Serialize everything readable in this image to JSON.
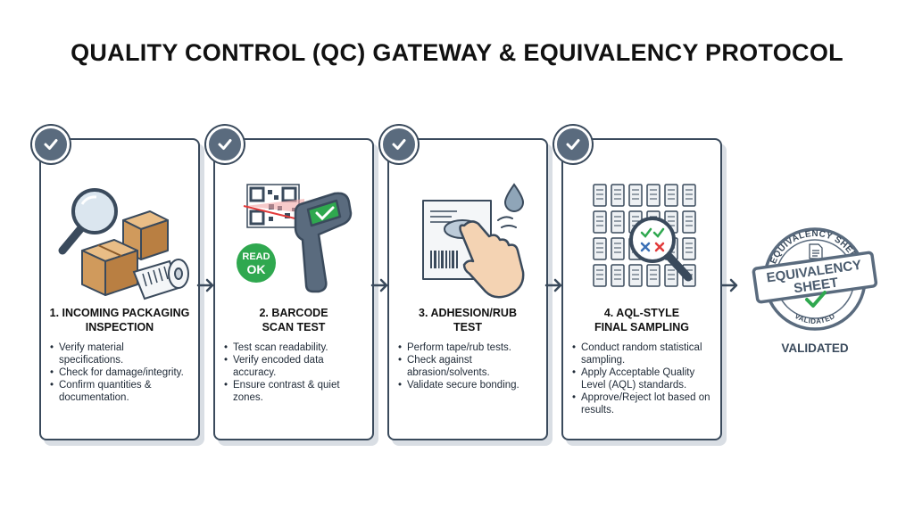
{
  "title": "QUALITY CONTROL (QC) GATEWAY & EQUIVALENCY PROTOCOL",
  "colors": {
    "accent": "#3a4a5c",
    "check": "#5a6b7e",
    "ok_green": "#2fa84f",
    "cardboard": "#d9a66b"
  },
  "steps": [
    {
      "title_line1": "1. INCOMING PACKAGING",
      "title_line2": "INSPECTION",
      "icon": "magnifier-boxes-icon",
      "bullets": [
        "Verify material specifications.",
        "Check for damage/integrity.",
        "Confirm quantities & documentation."
      ]
    },
    {
      "title_line1": "2. BARCODE",
      "title_line2": "SCAN TEST",
      "icon": "barcode-scanner-icon",
      "badge_line1": "READ",
      "badge_line2": "OK",
      "bullets": [
        "Test scan readability.",
        "Verify encoded data accuracy.",
        "Ensure contrast & quiet zones."
      ]
    },
    {
      "title_line1": "3. ADHESION/RUB",
      "title_line2": "TEST",
      "icon": "finger-rub-label-icon",
      "bullets": [
        "Perform tape/rub tests.",
        "Check against abrasion/solvents.",
        "Validate secure bonding."
      ]
    },
    {
      "title_line1": "4. AQL-STYLE",
      "title_line2": "FINAL SAMPLING",
      "icon": "sampling-grid-icon",
      "bullets": [
        "Conduct random statistical sampling.",
        "Apply Acceptable Quality Level (AQL) standards.",
        "Approve/Reject lot based on results."
      ]
    }
  ],
  "stamp": {
    "arc_text": "EQUIVALENCY SHEET",
    "main_line1": "EQUIVALENCY",
    "main_line2": "SHEET",
    "bottom_text": "VALIDATED",
    "icon": "validated-stamp-icon"
  },
  "result_label": "VALIDATED"
}
